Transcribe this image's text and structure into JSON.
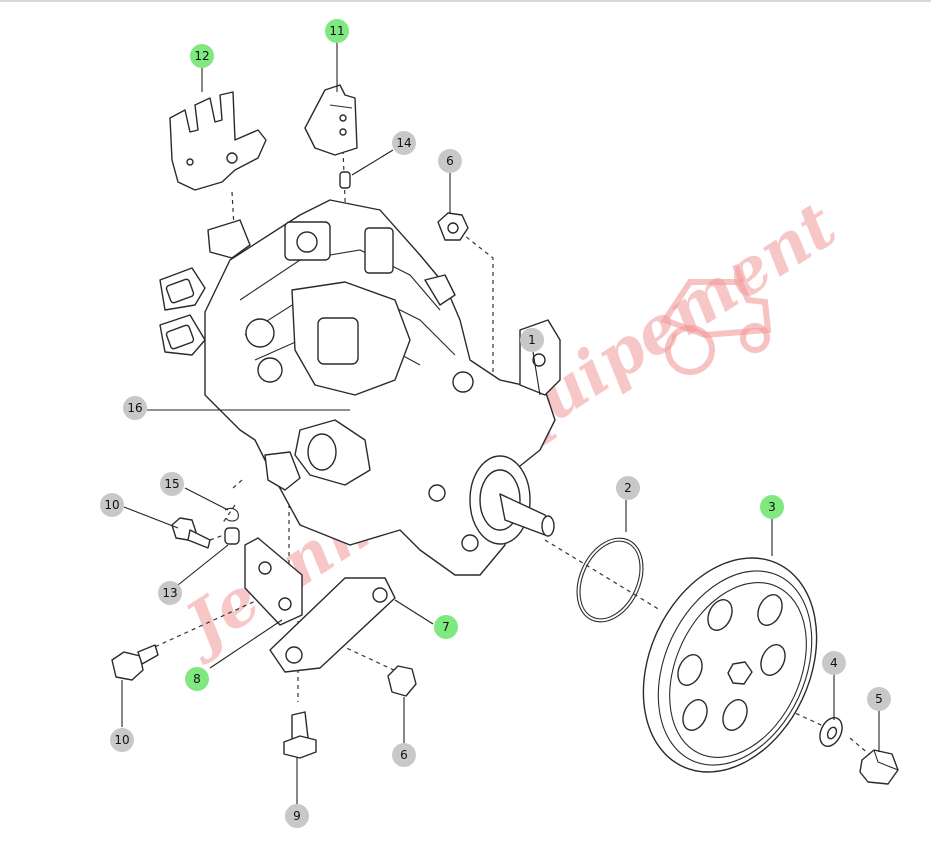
{
  "colors": {
    "highlight_badge": "#7fe87f",
    "normal_badge": "#c8c8c8",
    "watermark": "#f29a9a"
  },
  "watermark_text": "Jeanmer Equipement",
  "callouts": [
    {
      "id": "c1",
      "label": "1",
      "highlight": false
    },
    {
      "id": "c2",
      "label": "2",
      "highlight": false
    },
    {
      "id": "c3",
      "label": "3",
      "highlight": true
    },
    {
      "id": "c4",
      "label": "4",
      "highlight": false
    },
    {
      "id": "c5",
      "label": "5",
      "highlight": false
    },
    {
      "id": "c6a",
      "label": "6",
      "highlight": false
    },
    {
      "id": "c6b",
      "label": "6",
      "highlight": false
    },
    {
      "id": "c7",
      "label": "7",
      "highlight": true
    },
    {
      "id": "c8",
      "label": "8",
      "highlight": true
    },
    {
      "id": "c9",
      "label": "9",
      "highlight": false
    },
    {
      "id": "c10a",
      "label": "10",
      "highlight": false
    },
    {
      "id": "c10b",
      "label": "10",
      "highlight": false
    },
    {
      "id": "c11",
      "label": "11",
      "highlight": true
    },
    {
      "id": "c12",
      "label": "12",
      "highlight": true
    },
    {
      "id": "c13",
      "label": "13",
      "highlight": false
    },
    {
      "id": "c14",
      "label": "14",
      "highlight": false
    },
    {
      "id": "c15",
      "label": "15",
      "highlight": false
    },
    {
      "id": "c16",
      "label": "16",
      "highlight": false
    }
  ]
}
